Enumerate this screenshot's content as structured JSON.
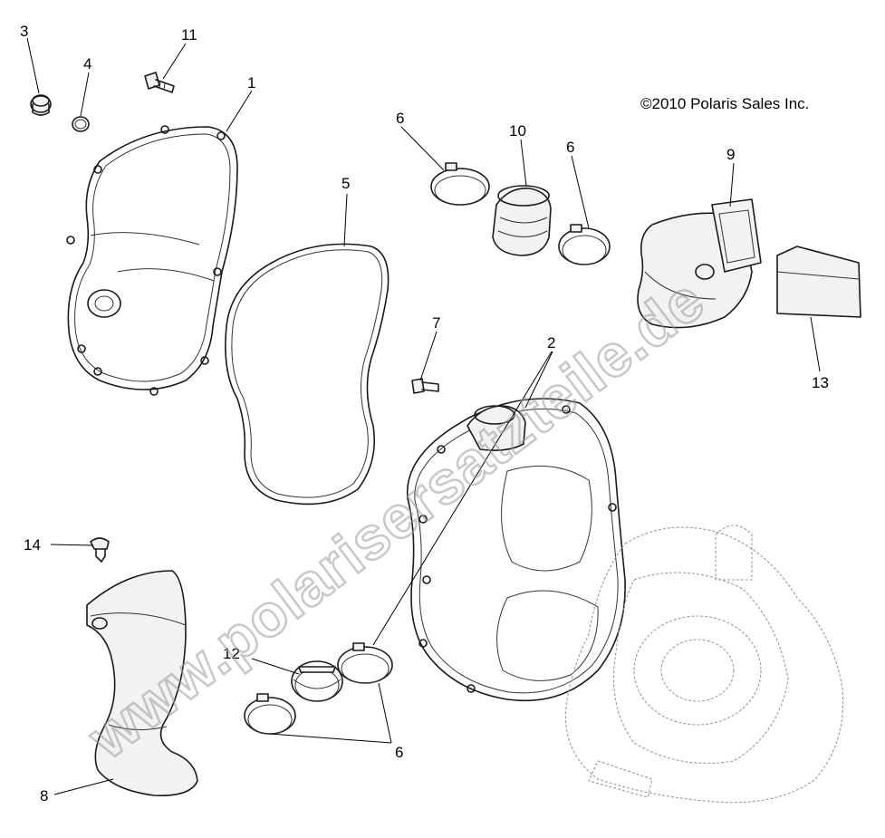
{
  "copyright": "©2010 Polaris Sales Inc.",
  "watermark": "www.polarisersatzteile.de",
  "callouts": [
    {
      "id": "c3",
      "label": "3"
    },
    {
      "id": "c4",
      "label": "4"
    },
    {
      "id": "c11",
      "label": "11"
    },
    {
      "id": "c1",
      "label": "1"
    },
    {
      "id": "c5",
      "label": "5"
    },
    {
      "id": "c6a",
      "label": "6"
    },
    {
      "id": "c10",
      "label": "10"
    },
    {
      "id": "c6b",
      "label": "6"
    },
    {
      "id": "c9",
      "label": "9"
    },
    {
      "id": "c7",
      "label": "7"
    },
    {
      "id": "c2",
      "label": "2"
    },
    {
      "id": "c13",
      "label": "13"
    },
    {
      "id": "c14",
      "label": "14"
    },
    {
      "id": "c12",
      "label": "12"
    },
    {
      "id": "c6c",
      "label": "6"
    },
    {
      "id": "c8",
      "label": "8"
    }
  ]
}
